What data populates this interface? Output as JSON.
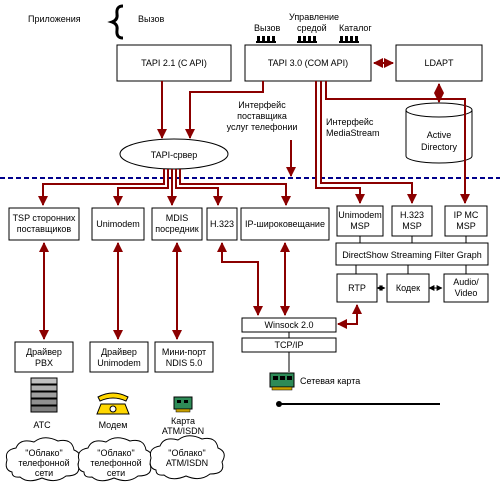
{
  "labels": {
    "applications": "Приложения",
    "call": "Вызов",
    "media_control_line1": "Управление",
    "media_control_line2": "средой",
    "call2": "Вызов",
    "catalog": "Каталог",
    "tapi21": "TAPI 2.1 (C API)",
    "tapi30": "TAPI 3.0 (COM API)",
    "ldapt": "LDAPT",
    "active_directory_line1": "Active",
    "active_directory_line2": "Directory",
    "sp_interface_line1": "Интерфейс",
    "sp_interface_line2": "поставщика",
    "sp_interface_line3": "услуг телефонии",
    "mediastream_line1": "Интерфейс",
    "mediastream_line2": "MediaStream",
    "tapi_server": "TAPI-срвер",
    "tsp_line1": "TSP сторонних",
    "tsp_line2": "поставщиков",
    "unimodem": "Unimodem",
    "mdis_line1": "MDIS",
    "mdis_line2": "посредник",
    "h323": "H.323",
    "ip_broadcast": "IP-широковещание",
    "unimodem_msp_line1": "Unimodem",
    "unimodem_msp_line2": "MSP",
    "h323_msp_line1": "H.323",
    "h323_msp_line2": "MSP",
    "ipmc_msp_line1": "IP MC",
    "ipmc_msp_line2": "MSP",
    "directshow": "DirectShow Streaming Filter Graph",
    "rtp": "RTP",
    "codec": "Кодек",
    "audio_video_line1": "Audio/",
    "audio_video_line2": "Video",
    "winsock": "Winsock 2.0",
    "tcpip": "TCP/IP",
    "pbx_driver_line1": "Драйвер",
    "pbx_driver_line2": "PBX",
    "unimodem_driver_line1": "Драйвер",
    "unimodem_driver_line2": "Unimodem",
    "ndis_line1": "Мини-порт",
    "ndis_line2": "NDIS 5.0",
    "network_card": "Сетевая карта",
    "pbx": "АТС",
    "modem": "Модем",
    "atm_card_line1": "Карта",
    "atm_card_line2": "ATM/ISDN",
    "cloud1_line1": "\"Облако\"",
    "cloud1_line2": "телефонной",
    "cloud1_line3": "сети",
    "cloud2_line1": "\"Облако\"",
    "cloud2_line2": "телефонной",
    "cloud2_line3": "сети",
    "cloud3_line1": "\"Облако\"",
    "cloud3_line2": "ATM/ISDN"
  },
  "colors": {
    "arrow": "#8b0000",
    "boundary": "#00008b",
    "text": "#000000"
  }
}
